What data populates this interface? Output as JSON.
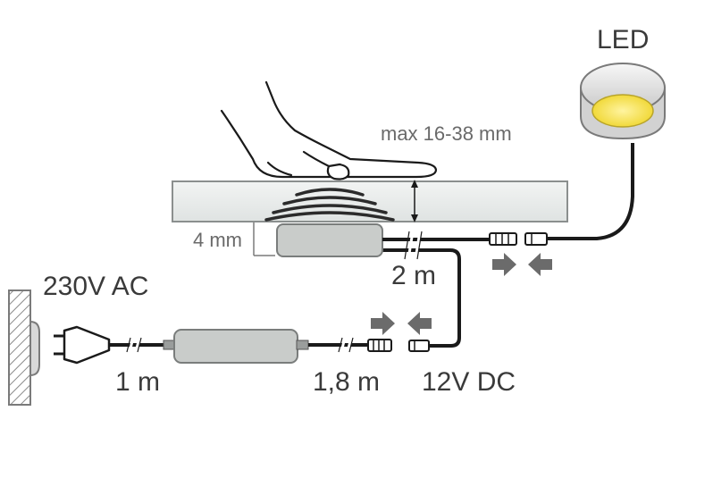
{
  "labels": {
    "led": "LED",
    "max_thickness": "max 16-38 mm",
    "distance": "4 mm",
    "cable_sensor": "2 m",
    "mains": "230V AC",
    "cable_mains": "1 m",
    "cable_dc": "1,8 m",
    "dc_voltage": "12V DC"
  },
  "colors": {
    "cable": "#1a1a1a",
    "panel": "#e9eceb",
    "device": "#c9ccca",
    "led_light": "#f4e04d",
    "arrow": "#6b6b6b",
    "wall_hatch": "#8a8a8a"
  },
  "icons": {
    "hand": "hand-touch-icon",
    "waves": "sensor-waves-icon",
    "plug": "power-plug-icon",
    "wall_socket": "wall-socket-icon",
    "connector_arrows": "connector-arrows-icon"
  }
}
